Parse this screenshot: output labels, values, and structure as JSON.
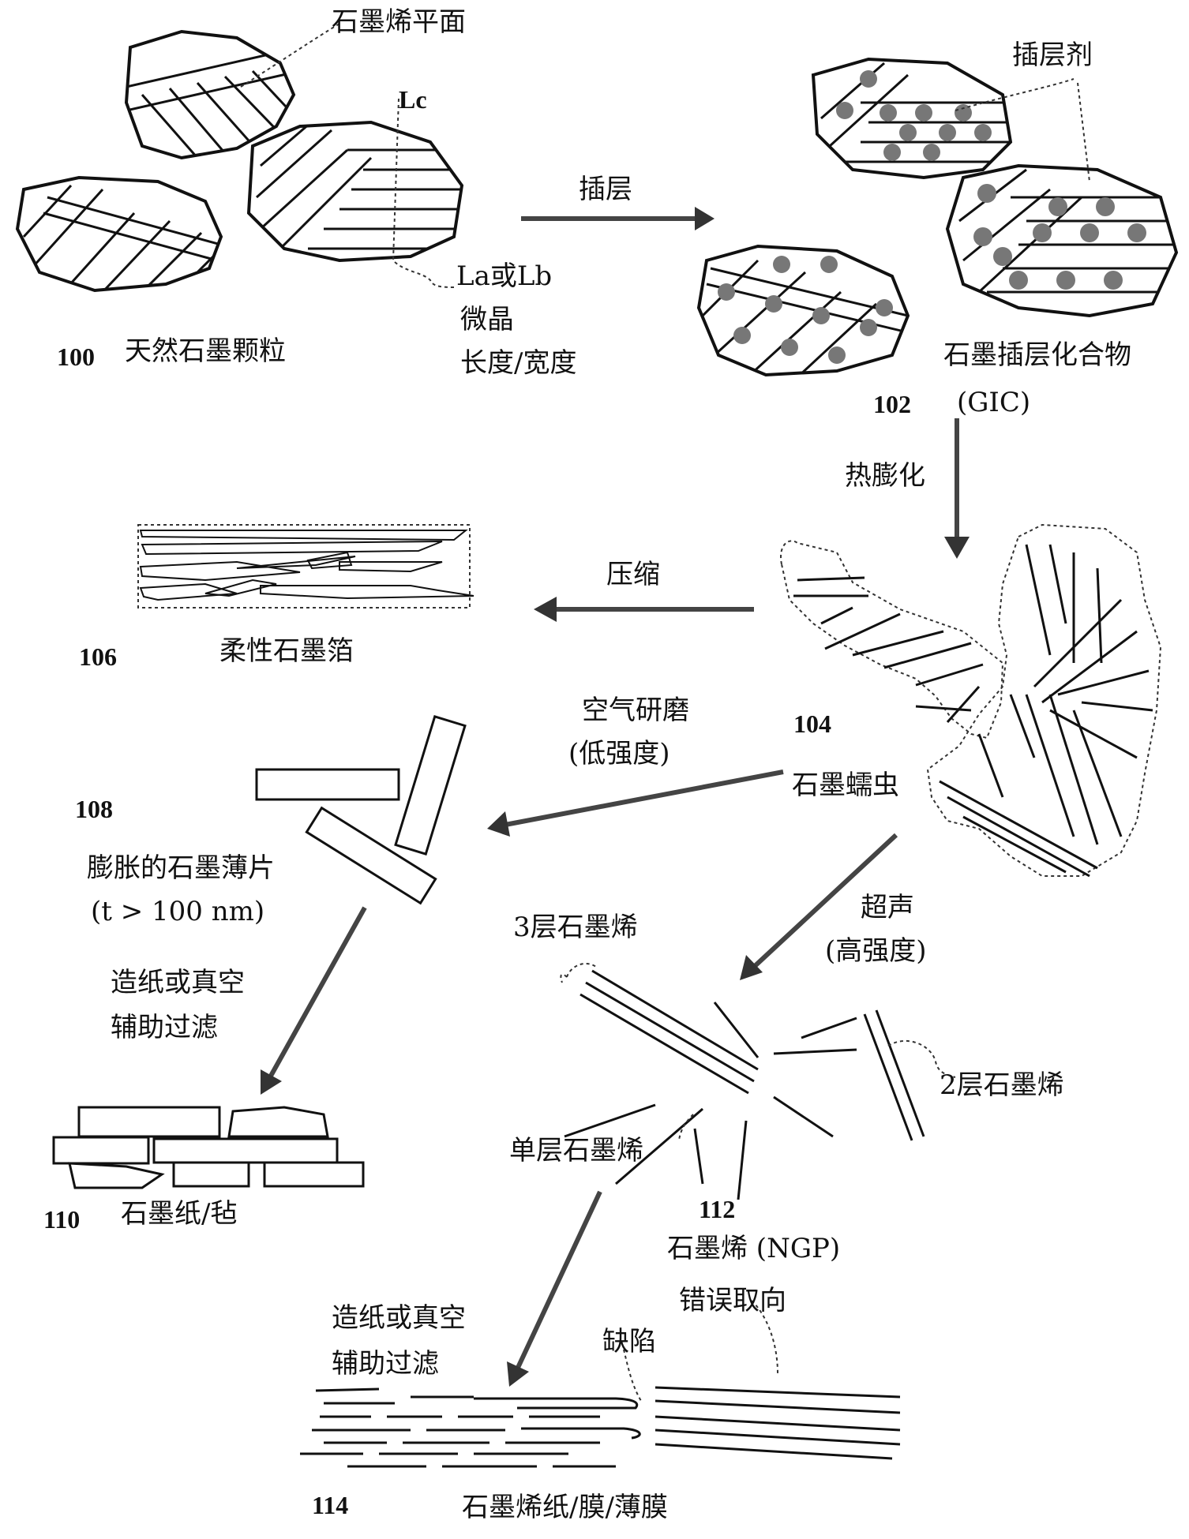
{
  "labels": {
    "graphene_plane": "石墨烯平面",
    "lc": "Lc",
    "la_lb": "La或Lb",
    "crystallite": "微晶",
    "length_width": "长度/宽度",
    "natural_graphite_num": "100",
    "natural_graphite": "天然石墨颗粒",
    "intercalation": "插层",
    "intercalant": "插层剂",
    "gic_name": "石墨插层化合物",
    "gic_num": "102",
    "gic_abbr": "(GIC)",
    "thermal_expansion": "热膨化",
    "compression": "压缩",
    "foil_num": "106",
    "foil": "柔性石墨箔",
    "air_milling": "空气研磨",
    "low_intensity": "(低强度)",
    "worm_num": "104",
    "worm": "石墨蠕虫",
    "flakes_num": "108",
    "flakes": "膨胀的石墨薄片",
    "flakes_thickness": "(t > 100 nm)",
    "papermaking_1a": "造纸或真空",
    "papermaking_1b": "辅助过滤",
    "ultrasonic": "超声",
    "high_intensity": "(高强度)",
    "trilayer": "3层石墨烯",
    "bilayer": "2层石墨烯",
    "monolayer": "单层石墨烯",
    "paper_num": "110",
    "paper": "石墨纸/毡",
    "ngp_num": "112",
    "ngp": "石墨烯 (NGP)",
    "misorientation": "错误取向",
    "papermaking_2a": "造纸或真空",
    "papermaking_2b": "辅助过滤",
    "defect": "缺陷",
    "film_num": "114",
    "film": "石墨烯纸/膜/薄膜"
  }
}
